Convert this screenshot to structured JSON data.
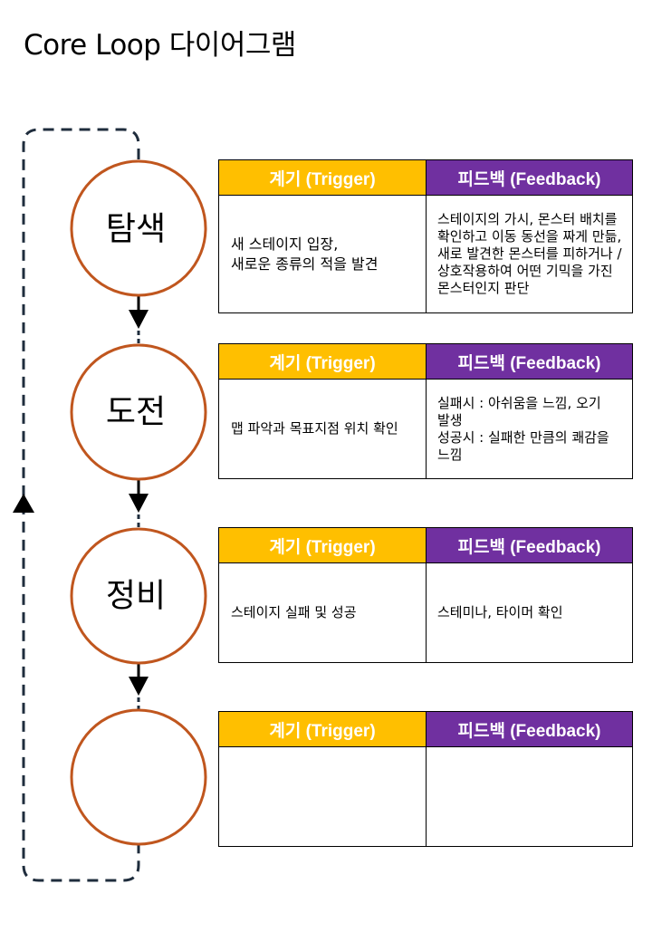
{
  "title": "Core Loop 다이어그램",
  "colors": {
    "circle_stroke": "#c0561e",
    "trigger_header": "#ffbf00",
    "feedback_header": "#7030a0",
    "loop_line": "#1f2d3d",
    "arrow": "#000000"
  },
  "stages": [
    {
      "name": "탐색",
      "trigger_header": "계기 (Trigger)",
      "feedback_header": "피드백 (Feedback)",
      "trigger": "새 스테이지 입장,\n새로운 종류의 적을 발견",
      "feedback": "스테이지의 가시, 몬스터 배치를 확인하고 이동 동선을 짜게 만듦,\n새로 발견한 몬스터를 피하거나 / 상호작용하여 어떤 기믹을 가진 몬스터인지 판단"
    },
    {
      "name": "도전",
      "trigger_header": "계기 (Trigger)",
      "feedback_header": "피드백 (Feedback)",
      "trigger": "맵 파악과 목표지점 위치 확인",
      "feedback": "실패시 : 아쉬움을 느낌, 오기 발생\n성공시 : 실패한 만큼의 쾌감을 느낌"
    },
    {
      "name": "정비",
      "trigger_header": "계기 (Trigger)",
      "feedback_header": "피드백 (Feedback)",
      "trigger": "스테이지 실패 및 성공",
      "feedback": "스테미나, 타이머 확인"
    },
    {
      "name": "",
      "trigger_header": "계기 (Trigger)",
      "feedback_header": "피드백 (Feedback)",
      "trigger": "",
      "feedback": ""
    }
  ]
}
